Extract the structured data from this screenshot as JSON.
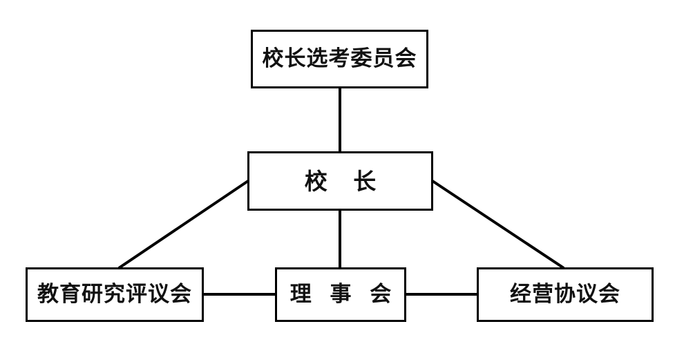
{
  "diagram": {
    "type": "organizational-chart",
    "background_color": "#ffffff",
    "line_color": "#000000",
    "text_color": "#111111",
    "nodes": [
      {
        "id": "chairman-selection-committee",
        "label": "校长选考委员会",
        "level": "top"
      },
      {
        "id": "president",
        "label": "校 长",
        "level": "middle"
      },
      {
        "id": "education-research-council",
        "label": "教育研究评议会",
        "level": "bottom"
      },
      {
        "id": "board-of-directors",
        "label": "理 事 会",
        "level": "bottom"
      },
      {
        "id": "management-council",
        "label": "经营协议会",
        "level": "bottom"
      }
    ],
    "edges": [
      {
        "from": "chairman-selection-committee",
        "to": "president",
        "style": "vertical"
      },
      {
        "from": "president",
        "to": "board-of-directors",
        "style": "vertical"
      },
      {
        "from": "president",
        "to": "education-research-council",
        "style": "diagonal"
      },
      {
        "from": "president",
        "to": "management-council",
        "style": "diagonal"
      },
      {
        "from": "education-research-council",
        "to": "board-of-directors",
        "style": "horizontal"
      },
      {
        "from": "board-of-directors",
        "to": "management-council",
        "style": "horizontal"
      }
    ]
  }
}
